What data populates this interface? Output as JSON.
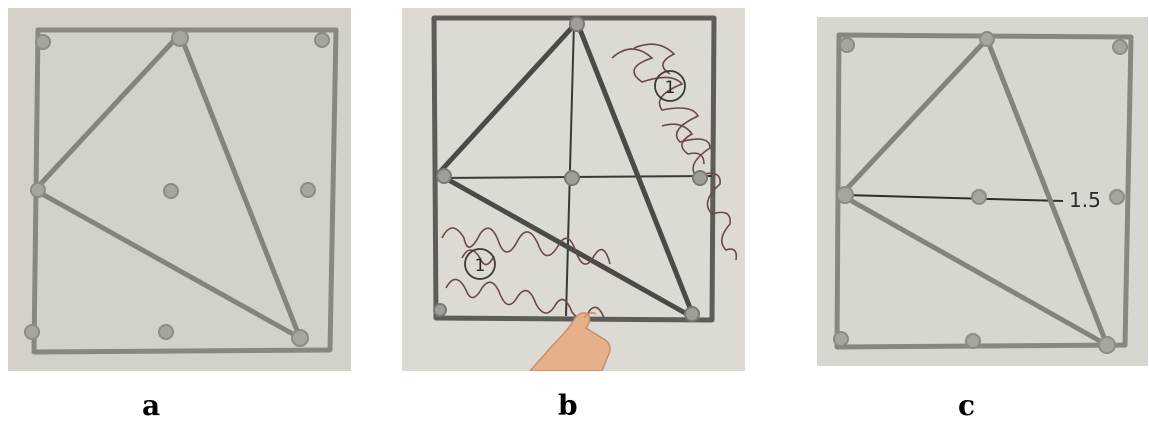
{
  "captions": {
    "a": "a",
    "b": "b",
    "c": "c"
  },
  "panel_b": {
    "region_label_top": "1",
    "region_label_bottom": "1"
  },
  "panel_c": {
    "measurement_label": "1.5"
  },
  "colors": {
    "board": "#d9d6cf",
    "band": "#8c8984",
    "peg": "#a9a6a0",
    "marker": "#2a2a2a",
    "skin": "#e8b48e"
  }
}
